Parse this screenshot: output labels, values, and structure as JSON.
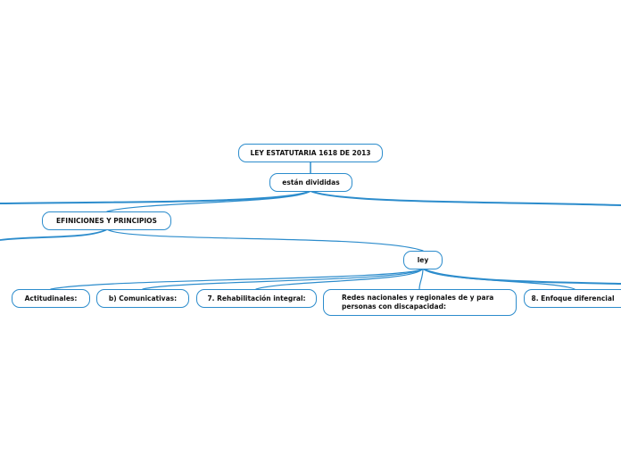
{
  "colors": {
    "connector": "#2c8ccc",
    "node_border": "#2c8ccc",
    "node_background": "#ffffff",
    "text": "#111111"
  },
  "nodes": {
    "root": "LEY ESTATUTARIA 1618 DE 2013",
    "divided": "están divididas",
    "definitions": "EFINICIONES Y PRINCIPIOS",
    "ley": "ley",
    "attitudinal": "Actitudinales:",
    "communicative": "b) Comunicativas:",
    "rehabilitation": "7. Rehabilitación integral:",
    "networks": "Redes nacionales y regionales de y para personas con discapacidad:",
    "differential": "8. Enfoque diferencial"
  }
}
